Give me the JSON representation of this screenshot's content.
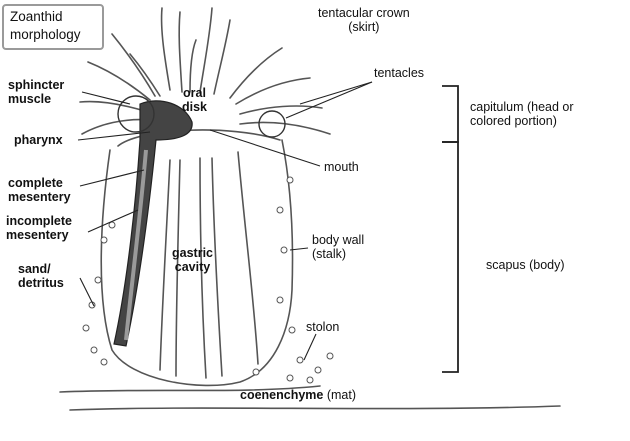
{
  "title": {
    "line1": "Zoanthid",
    "line2": "morphology"
  },
  "labels": {
    "sphincter_1": "sphincter",
    "sphincter_2": "muscle",
    "pharynx": "pharynx",
    "complete_1": "complete",
    "complete_2": "mesentery",
    "incomplete_1": "incomplete",
    "incomplete_2": "mesentery",
    "sand_1": "sand/",
    "sand_2": "detritus",
    "oral_1": "oral",
    "oral_2": "disk",
    "gastric_1": "gastric",
    "gastric_2": "cavity",
    "crown_1": "tentacular crown",
    "crown_2": "(skirt)",
    "tentacles": "tentacles",
    "mouth": "mouth",
    "bodywall_1": "body wall",
    "bodywall_2": "(stalk)",
    "stolon": "stolon",
    "coen_bold": "coenenchyme",
    "coen_rest": " (mat)",
    "capitulum_1": "capitulum (head or",
    "capitulum_2": "colored portion)",
    "scapus": "scapus (body)"
  }
}
